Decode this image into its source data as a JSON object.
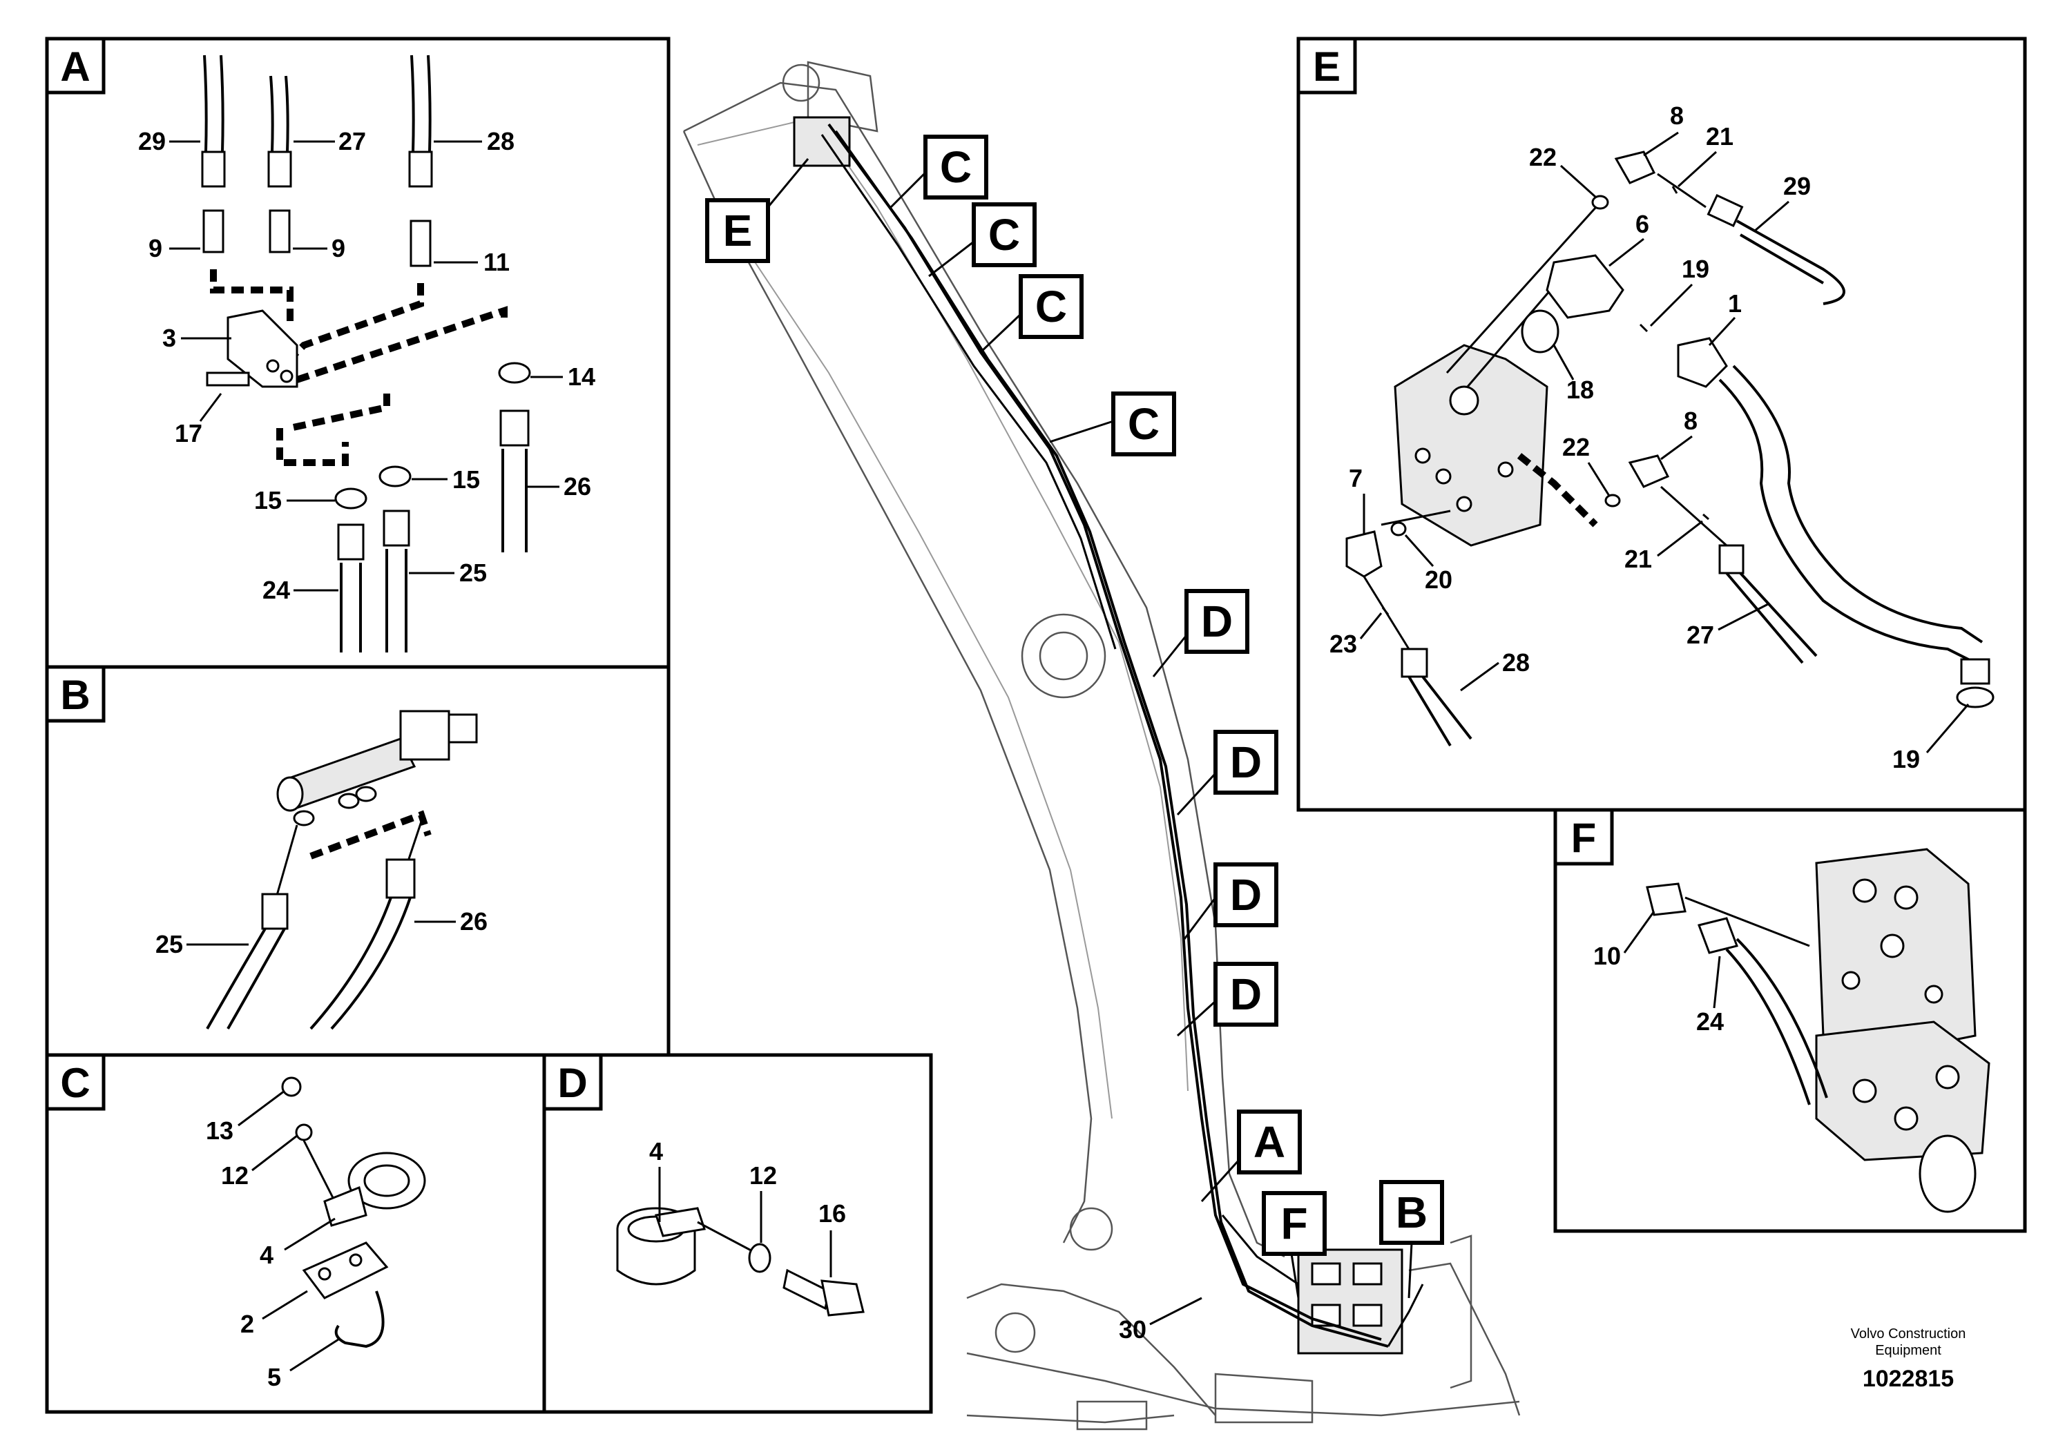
{
  "panels": {
    "A": {
      "tag": "A",
      "labels": [
        "29",
        "27",
        "28",
        "9",
        "9",
        "11",
        "3",
        "17",
        "14",
        "15",
        "15",
        "26",
        "24",
        "25"
      ]
    },
    "B": {
      "tag": "B",
      "labels": [
        "25",
        "26"
      ]
    },
    "C": {
      "tag": "C",
      "labels": [
        "13",
        "12",
        "4",
        "2",
        "5"
      ]
    },
    "D": {
      "tag": "D",
      "labels": [
        "4",
        "12",
        "16"
      ]
    },
    "E": {
      "tag": "E",
      "labels": [
        "8",
        "21",
        "22",
        "29",
        "6",
        "19",
        "1",
        "18",
        "22",
        "8",
        "7",
        "20",
        "21",
        "23",
        "28",
        "27",
        "19"
      ]
    },
    "F": {
      "tag": "F",
      "labels": [
        "10",
        "24"
      ]
    }
  },
  "boom_callouts": [
    "C",
    "C",
    "C",
    "C",
    "E",
    "D",
    "D",
    "D",
    "D",
    "A",
    "F",
    "B"
  ],
  "boom_labels": [
    "30"
  ],
  "footer": {
    "company": "Volvo Construction",
    "company_line2": "Equipment",
    "drawing_number": "1022815"
  }
}
